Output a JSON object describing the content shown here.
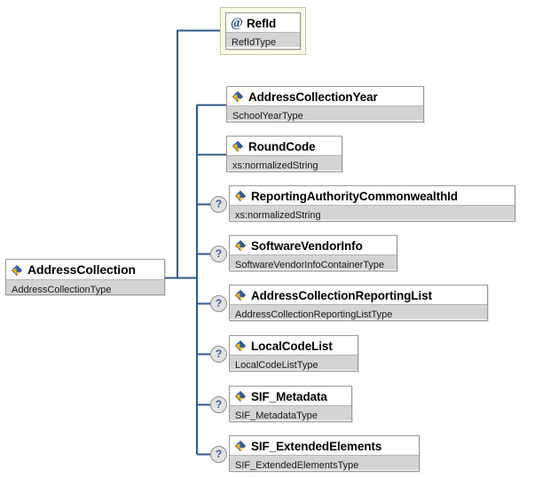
{
  "diagram": {
    "title": "AddressCollection",
    "kind": "xml-schema-tree",
    "connector_color": "#2e5a8e",
    "background_color": "#ffffff",
    "root": {
      "name": "AddressCollection",
      "type": "AddressCollectionType",
      "icon": "element-icon",
      "optional": false
    },
    "children": [
      {
        "name": "RefId",
        "type": "RefIdType",
        "icon": "attribute-at-icon",
        "optional": false,
        "node_class": "attribute"
      },
      {
        "name": "AddressCollectionYear",
        "type": "SchoolYearType",
        "icon": "element-icon",
        "optional": false,
        "node_class": "element"
      },
      {
        "name": "RoundCode",
        "type": "xs:normalizedString",
        "icon": "element-icon",
        "optional": false,
        "node_class": "element"
      },
      {
        "name": "ReportingAuthorityCommonwealthId",
        "type": "xs:normalizedString",
        "icon": "element-icon",
        "optional": true,
        "node_class": "element"
      },
      {
        "name": "SoftwareVendorInfo",
        "type": "SoftwareVendorInfoContainerType",
        "icon": "element-icon",
        "optional": true,
        "node_class": "element"
      },
      {
        "name": "AddressCollectionReportingList",
        "type": "AddressCollectionReportingListType",
        "icon": "element-icon",
        "optional": true,
        "node_class": "element"
      },
      {
        "name": "LocalCodeList",
        "type": "LocalCodeListType",
        "icon": "element-icon",
        "optional": true,
        "node_class": "element"
      },
      {
        "name": "SIF_Metadata",
        "type": "SIF_MetadataType",
        "icon": "element-icon",
        "optional": true,
        "node_class": "element"
      },
      {
        "name": "SIF_ExtendedElements",
        "type": "SIF_ExtendedElementsType",
        "icon": "element-icon",
        "optional": true,
        "node_class": "element"
      }
    ],
    "occurrence_marker": "?"
  }
}
